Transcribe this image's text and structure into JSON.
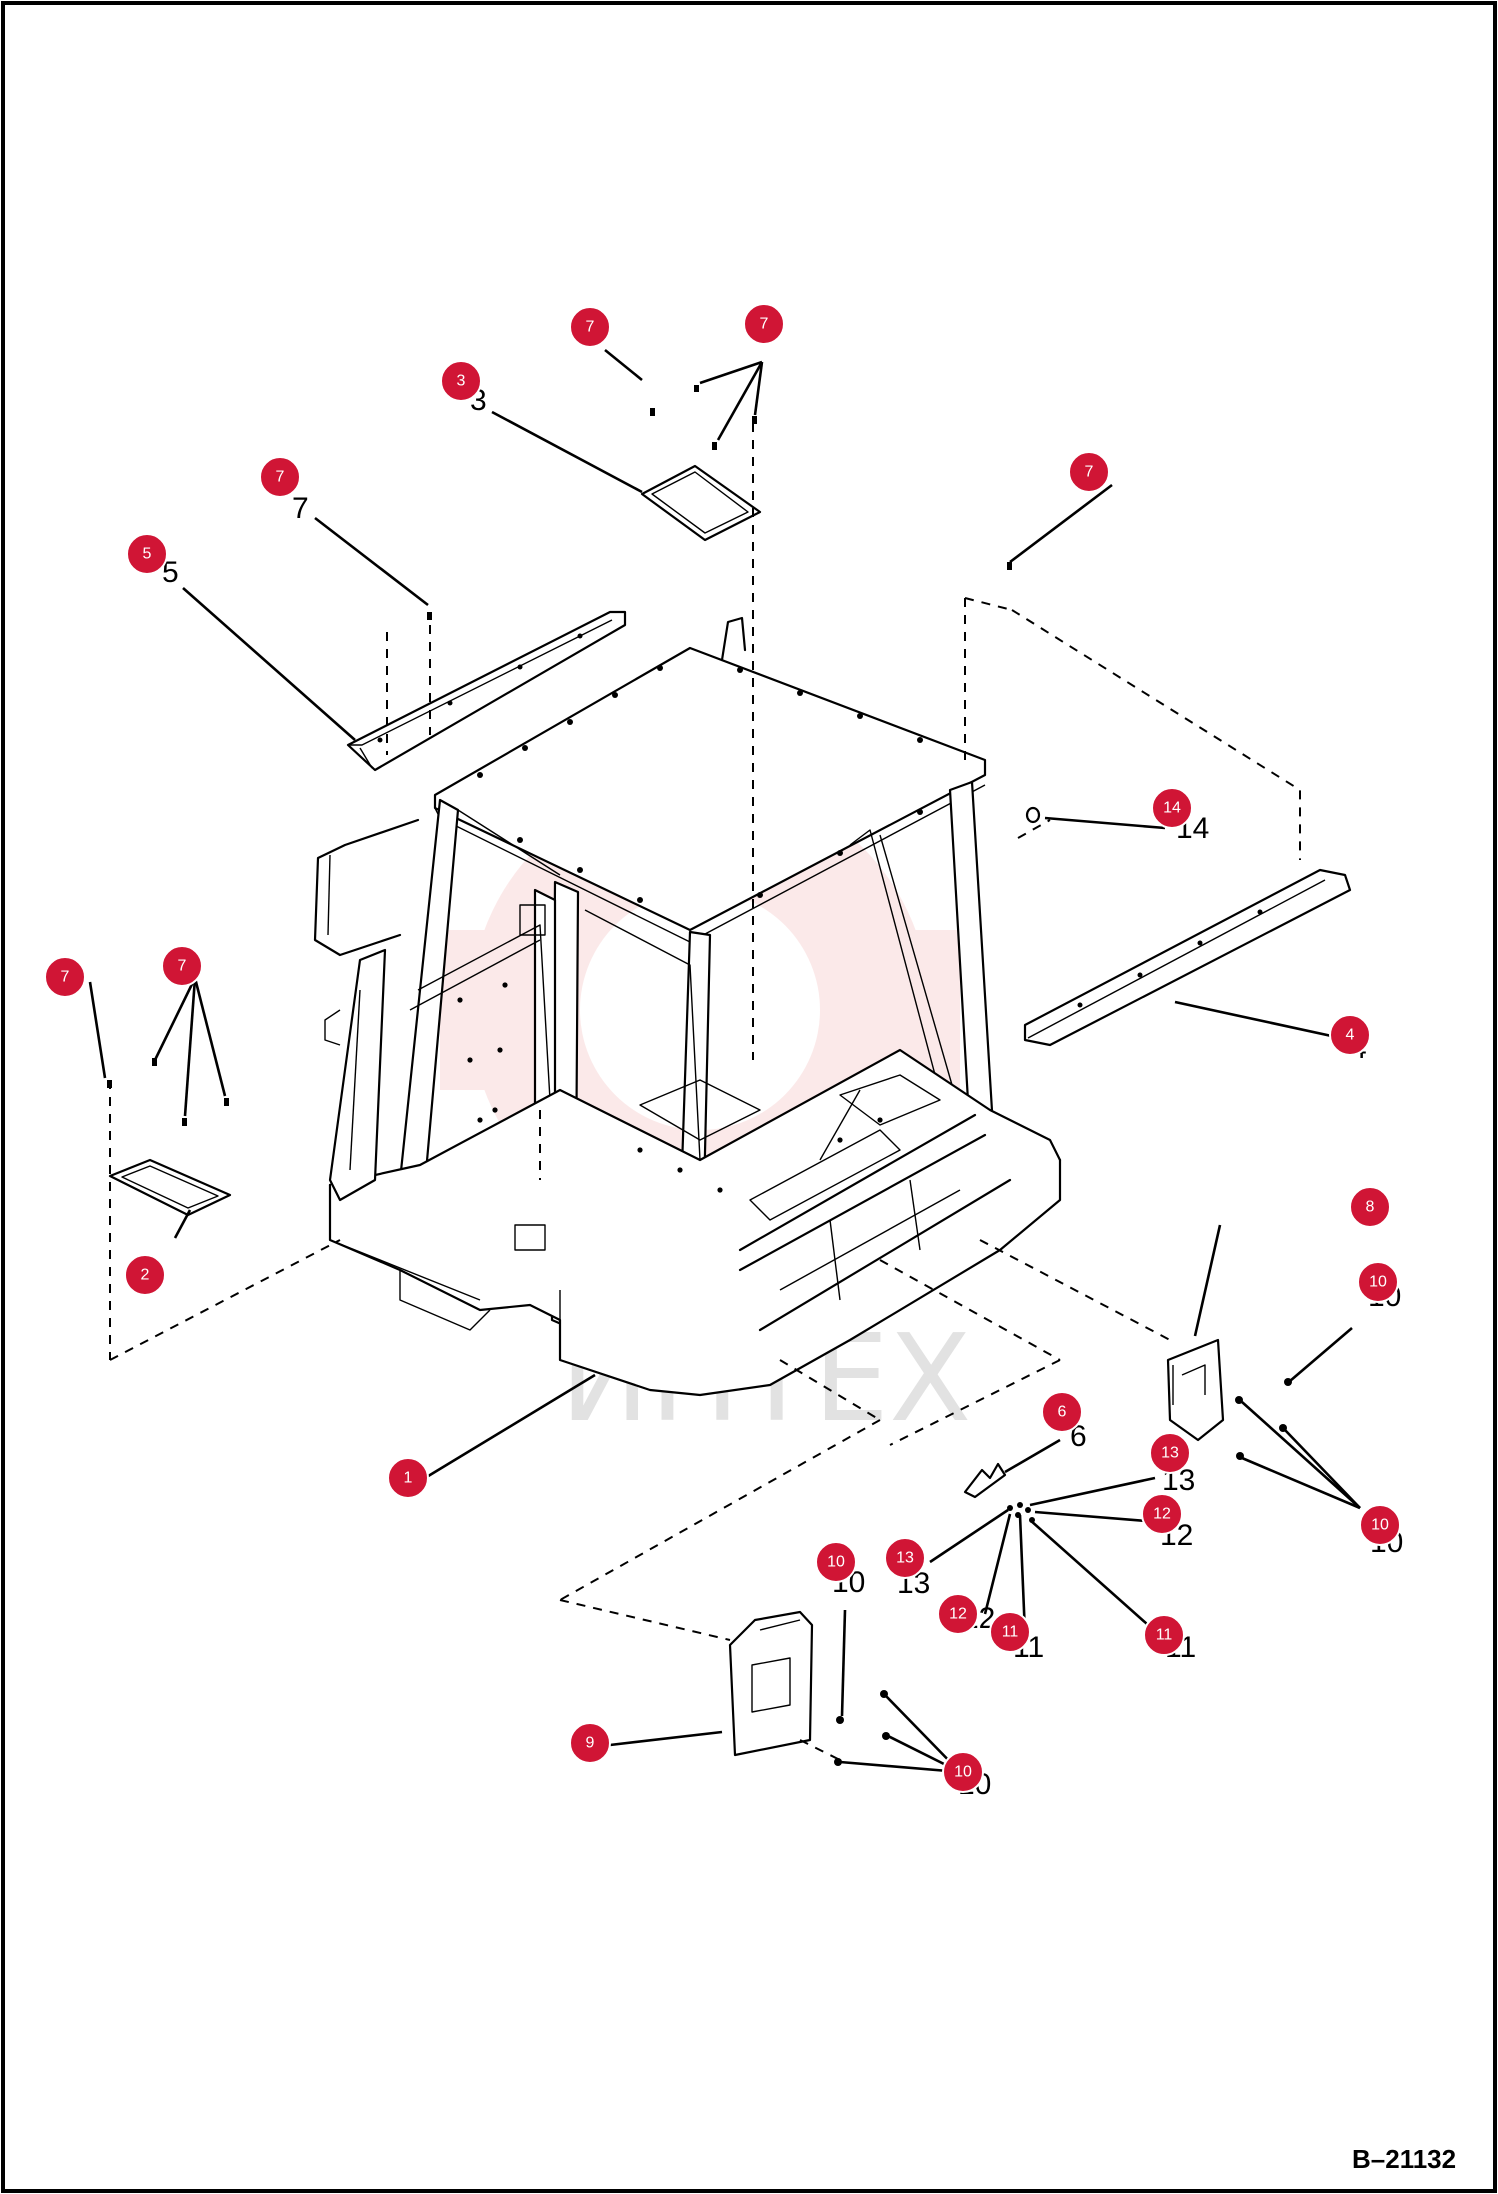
{
  "watermark": {
    "text": "ИПТЕХ"
  },
  "reference_code": "B–21132",
  "callouts": [
    {
      "id": "c7a",
      "num": "7"
    },
    {
      "id": "c7b",
      "num": "7"
    },
    {
      "id": "c3",
      "num": "3"
    },
    {
      "id": "c7c",
      "num": "7"
    },
    {
      "id": "c5",
      "num": "5"
    },
    {
      "id": "c7d",
      "num": "7"
    },
    {
      "id": "c14",
      "num": "14"
    },
    {
      "id": "c7e",
      "num": "7"
    },
    {
      "id": "c7f",
      "num": "7"
    },
    {
      "id": "c4",
      "num": "4"
    },
    {
      "id": "c2",
      "num": "2"
    },
    {
      "id": "c8",
      "num": "8"
    },
    {
      "id": "c10a",
      "num": "10"
    },
    {
      "id": "c1",
      "num": "1"
    },
    {
      "id": "c6",
      "num": "6"
    },
    {
      "id": "c13a",
      "num": "13"
    },
    {
      "id": "c12a",
      "num": "12"
    },
    {
      "id": "c10b",
      "num": "10"
    },
    {
      "id": "c13b",
      "num": "13"
    },
    {
      "id": "c10c",
      "num": "10"
    },
    {
      "id": "c12b",
      "num": "12"
    },
    {
      "id": "c11a",
      "num": "11"
    },
    {
      "id": "c11b",
      "num": "11"
    },
    {
      "id": "c9",
      "num": "9"
    },
    {
      "id": "c10d",
      "num": "10"
    }
  ],
  "colors": {
    "bubble": "#d01535",
    "line": "#000000",
    "background": "#ffffff",
    "watermark": "#e2e2e2"
  }
}
